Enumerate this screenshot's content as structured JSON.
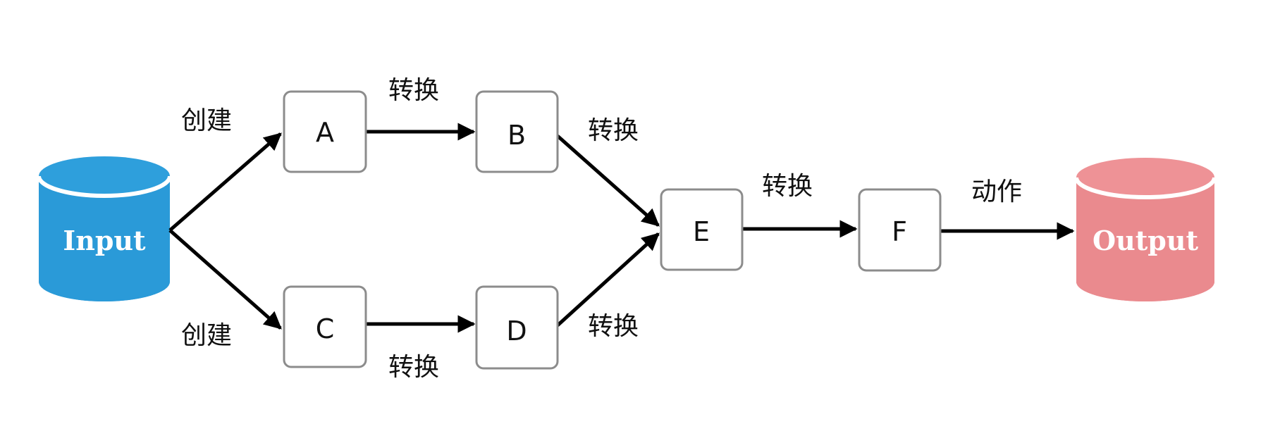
{
  "diagram": {
    "input_store": {
      "label": "Input",
      "color": "#2a9ad8"
    },
    "output_store": {
      "label": "Output",
      "color": "#ea8a8e"
    },
    "nodes": {
      "a": "A",
      "b": "B",
      "c": "C",
      "d": "D",
      "e": "E",
      "f": "F"
    },
    "edge_labels": {
      "input_to_a": "创建",
      "input_to_c": "创建",
      "a_to_b": "转换",
      "c_to_d": "转换",
      "b_to_e": "转换",
      "d_to_e": "转换",
      "e_to_f": "转换",
      "f_to_output": "动作"
    }
  }
}
